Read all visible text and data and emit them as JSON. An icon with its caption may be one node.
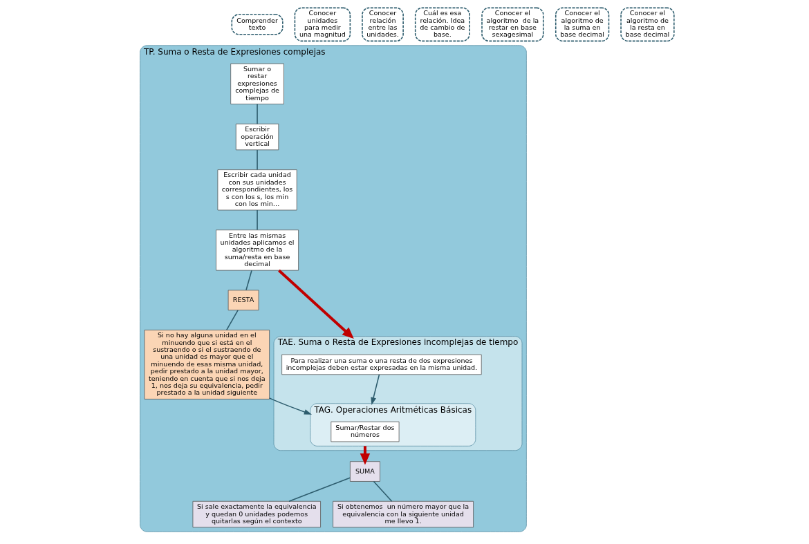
{
  "diagram": {
    "nodes": [
      {
        "text": [
          "Comprender texto"
        ]
      },
      {
        "text": [
          "Conocer unidades para medir una magnitud"
        ]
      },
      {
        "text": [
          "Conocer relación entre las unidades."
        ]
      },
      {
        "text": [
          "Cuál es esa relación. Idea de cambio de base."
        ]
      },
      {
        "text": [
          "Conocer el algoritmo  de la restar en base sexagesimal"
        ]
      },
      {
        "text": [
          "Conocer el algoritmo de la suma en base decimal"
        ]
      },
      {
        "text": [
          "Conocer el algoritmo de la resta en base decimal"
        ]
      },
      {
        "text": [
          "TP. Suma o Resta de Expresiones complejas"
        ]
      },
      {
        "text": [
          "Sumar o restar expresiones complejas de tiempo"
        ],
        "in": 7
      },
      {
        "text": [
          "Escribir operación vertical"
        ],
        "in": 7
      },
      {
        "text": [
          "Escribir cada unidad con sus unidades correspondientes, los s con los s, los min con los min…"
        ],
        "in": 7
      },
      {
        "text": [
          "Entre las mismas unidades aplicamos el algoritmo de la suma/resta en base decimal"
        ],
        "in": 7
      },
      {
        "text": [
          "RESTA"
        ],
        "in": 7
      },
      {
        "text": [
          "Si no hay alguna unidad en el minuendo que si está en el sustraendo o si el sustraendo de una unidad es mayor que el minuendo de esas misma unidad, pedir prestado a la unidad mayor, teniendo en cuenta que si nos deja 1, nos deja su equivalencia, pedir prestado a la unidad siguiente"
        ],
        "in": 7
      },
      {
        "text": [
          "TAE. Suma o Resta de Expresiones incomplejas de tiempo"
        ],
        "in": 7
      },
      {
        "text": [
          "Para realizar una suma o una resta de dos expresiones incomplejas deben estar expresadas en la misma unidad."
        ],
        "in": 14
      },
      {
        "text": [
          "TAG. Operaciones Aritméticas Básicas"
        ],
        "in": 14
      },
      {
        "text": [
          "Sumar/Restar dos números"
        ],
        "in": 16
      },
      {
        "text": [
          "SUMA"
        ],
        "in": 7
      },
      {
        "text": [
          "Si sale exactamente la equivalencia y quedan 0 unidades podemos quitarlas según el contexto"
        ],
        "in": 7
      },
      {
        "text": [
          "Si obtenemos  un número mayor que la equivalencia con la siguiente unidad me llevo 1."
        ],
        "in": 7
      }
    ],
    "edges": [
      {
        "from": 8,
        "to": 9,
        "arrow": "none"
      },
      {
        "from": 9,
        "to": 10,
        "arrow": "none"
      },
      {
        "from": 10,
        "to": 11,
        "arrow": "none"
      },
      {
        "from": 11,
        "to": 12,
        "arrow": "none"
      },
      {
        "from": 12,
        "to": 13,
        "arrow": "none"
      },
      {
        "from": 11,
        "to": 14,
        "arrow": "to",
        "style": "thick",
        "color": "#c00000"
      },
      {
        "from": 13,
        "to": 16,
        "arrow": "to"
      },
      {
        "from": 15,
        "to": 16,
        "arrow": "to"
      },
      {
        "from": 16,
        "to": 18,
        "arrow": "to",
        "style": "thick",
        "color": "#c00000"
      },
      {
        "from": 18,
        "to": 19,
        "arrow": "none"
      },
      {
        "from": 18,
        "to": 20,
        "arrow": "none"
      }
    ]
  }
}
